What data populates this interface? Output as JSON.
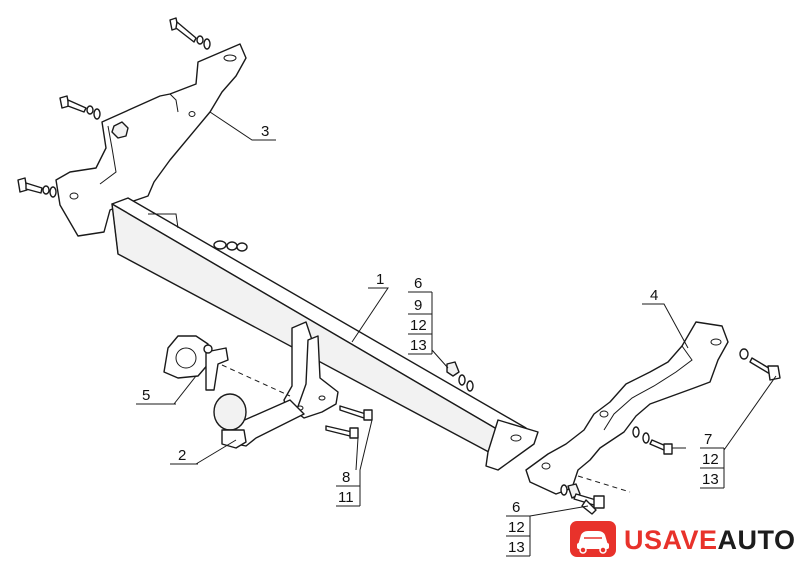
{
  "callouts": {
    "c1": "1",
    "c2": "2",
    "c3": "3",
    "c4": "4",
    "c5": "5",
    "stack_mid": [
      "6",
      "9",
      "12",
      "13"
    ],
    "stack_bolt_left": [
      "8",
      "11"
    ],
    "stack_bolt_right": [
      "7",
      "12",
      "13"
    ],
    "stack_bottom": [
      "6",
      "12",
      "13"
    ]
  },
  "logo": {
    "part1": "USAVE",
    "part2": "AUTO",
    "color1": "#e8322b",
    "color2": "#1c1c1c",
    "icon": "car-icon"
  }
}
